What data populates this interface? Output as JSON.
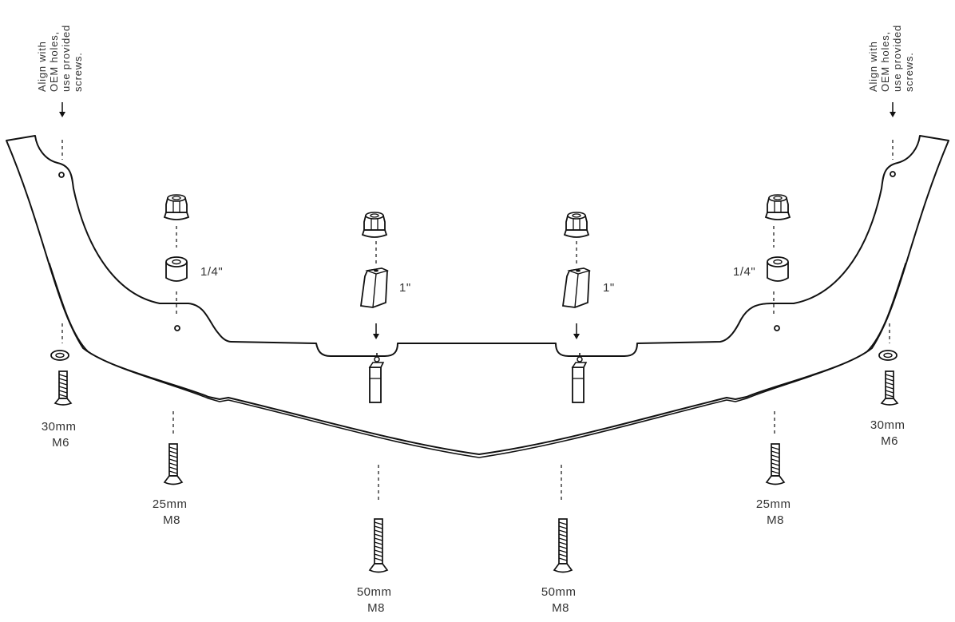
{
  "callouts": {
    "left_note": [
      "Align with",
      "OEM holes,",
      "use provided",
      "screws."
    ],
    "right_note": [
      "Align with",
      "OEM holes,",
      "use provided",
      "screws."
    ]
  },
  "screws": {
    "outer_left": [
      "30mm",
      "M6"
    ],
    "mid_left": [
      "25mm",
      "M8"
    ],
    "center_left": [
      "50mm",
      "M8"
    ],
    "center_right": [
      "50mm",
      "M8"
    ],
    "mid_right": [
      "25mm",
      "M8"
    ],
    "outer_right": [
      "30mm",
      "M6"
    ]
  },
  "spacers": {
    "left_spacer": "1/4\"",
    "right_spacer": "1/4\"",
    "center_left_spacer": "1\"",
    "center_right_spacer": "1\""
  }
}
